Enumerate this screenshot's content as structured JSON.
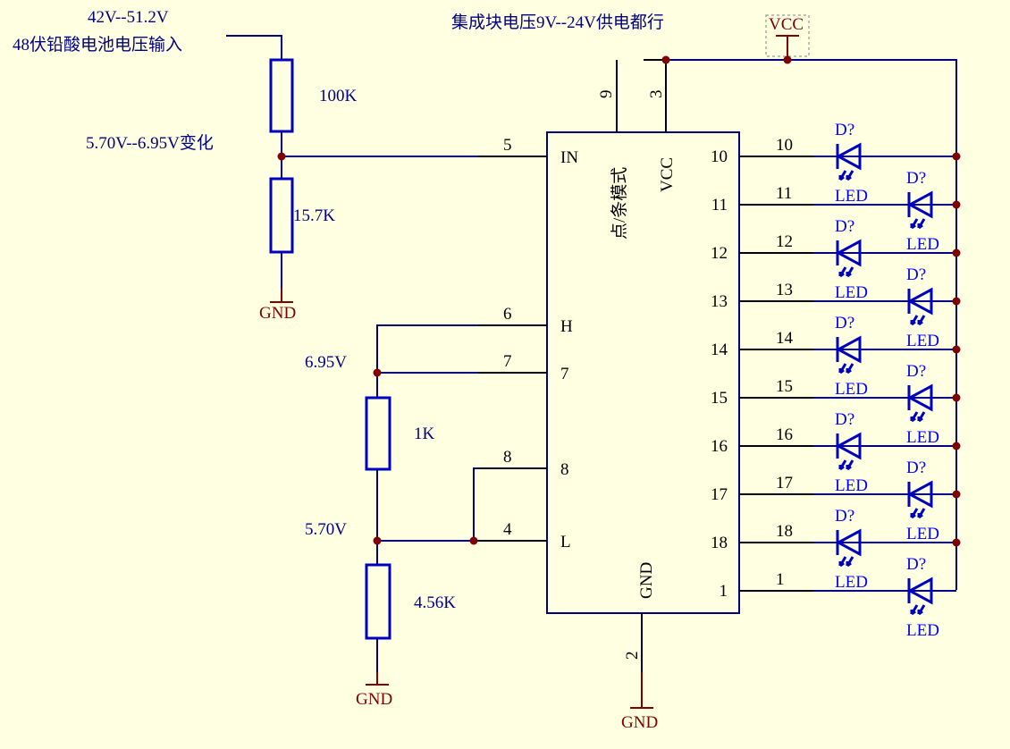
{
  "notes": {
    "input_range": "42V--51.2V",
    "input_desc": "48伏铅酸电池电压输入",
    "divider_range": "5.70V--6.95V变化",
    "supply_note": "集成块电压9V--24V供电都行"
  },
  "resistors": {
    "r1": "100K",
    "r2": "15.7K",
    "r3": "1K",
    "r4": "4.56K"
  },
  "voltages": {
    "high": "6.95V",
    "low": "5.70V"
  },
  "power": {
    "vcc": "VCC",
    "gnd": "GND"
  },
  "ic": {
    "pins_left": [
      {
        "number": "5",
        "name": "IN"
      },
      {
        "number": "6",
        "name": "H"
      },
      {
        "number": "7",
        "name": "7"
      },
      {
        "number": "8",
        "name": "8"
      },
      {
        "number": "4",
        "name": "L"
      }
    ],
    "pins_top": [
      {
        "number": "9"
      },
      {
        "number": "3",
        "name": "VCC"
      }
    ],
    "pin_bottom": {
      "number": "2",
      "name": "GND"
    },
    "mode_label": "点/条模式",
    "outputs": [
      "10",
      "11",
      "12",
      "13",
      "14",
      "15",
      "16",
      "17",
      "18",
      "1"
    ]
  },
  "led": {
    "designator": "D?",
    "label": "LED"
  },
  "colors": {
    "background": "#FFFFE1",
    "wire": "#000080",
    "led": "#0000FF",
    "power": "#800000"
  }
}
